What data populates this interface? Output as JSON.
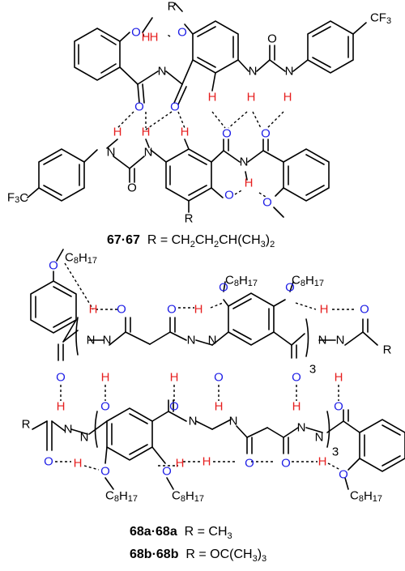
{
  "colors": {
    "oxygen": "#1e1ee6",
    "hydrogen": "#e61e1e",
    "bond": "#000000"
  },
  "upper": {
    "atoms_text": {
      "o_top_methoxy": "O",
      "o_top_ether": "O",
      "r_top": "R",
      "n_top_amide": "N",
      "n_top_urea1": "N",
      "n_top_urea2": "N",
      "o_top_urea": "O",
      "cf3_top": "CF3",
      "h_top_1": "H",
      "h_top_2": "H",
      "h_top_3": "H",
      "h_top_4": "H",
      "h_top_5": "H",
      "h_top_6": "H"
    },
    "caption_bold": "67·67",
    "caption_rest": "R = CH2CH2CH(CH3)2"
  },
  "lower": {
    "prefix": "C8H17",
    "repeat": "3",
    "caption1_bold": "68a·68a",
    "caption1_rest": "R = CH3",
    "caption2_bold": "68b·68b",
    "caption2_rest": "R = OC(CH3)3"
  }
}
